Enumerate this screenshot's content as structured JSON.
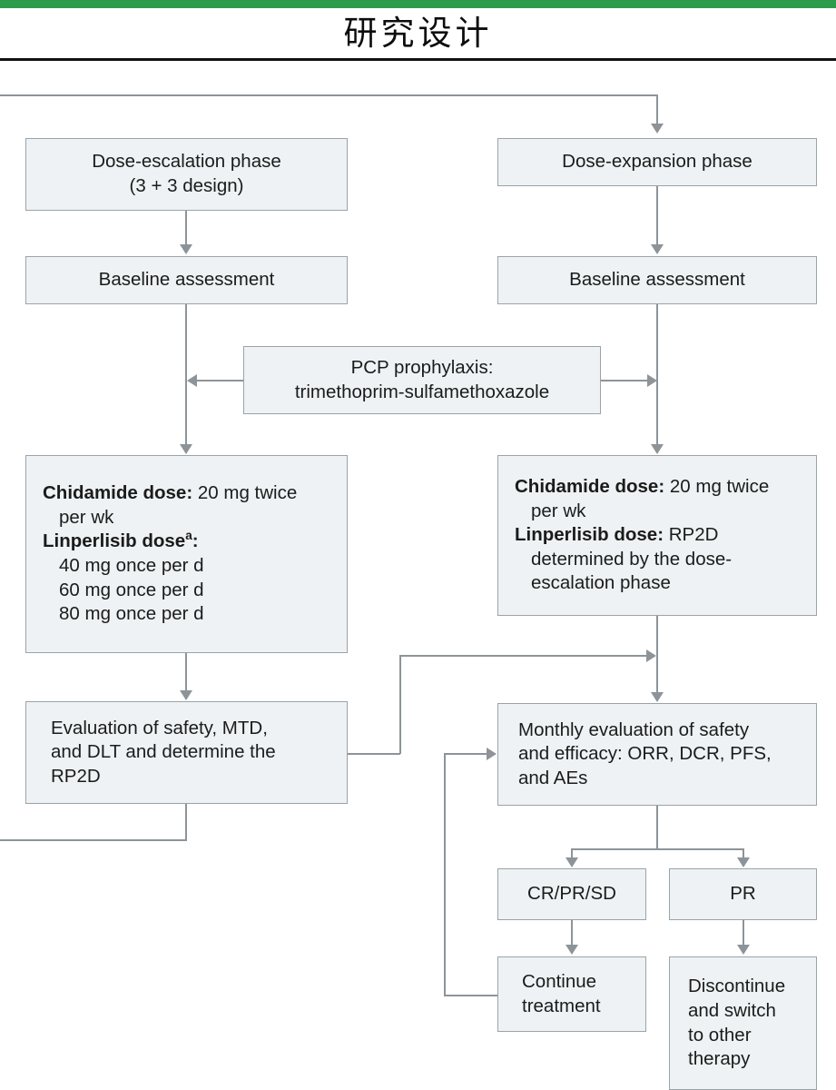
{
  "header": {
    "title": "研究设计",
    "accent_green": "#2d9c4a",
    "rule_color": "#111111"
  },
  "style": {
    "box_fill": "#eef2f4",
    "box_border": "#9aa3a8",
    "connector_color": "#8d9499"
  },
  "chart_data": {
    "type": "diagram",
    "title": "研究设计",
    "nodes": [
      {
        "id": "dose-escalation-phase",
        "label_lines": [
          "Dose-escalation phase",
          "(3 + 3 design)"
        ],
        "column": "left"
      },
      {
        "id": "baseline-assessment-left",
        "label_lines": [
          "Baseline assessment"
        ],
        "column": "left"
      },
      {
        "id": "pcp-prophylaxis",
        "label_lines": [
          "PCP prophylaxis:",
          "trimethoprim-sulfamethoxazole"
        ],
        "column": "center"
      },
      {
        "id": "dose-left",
        "label_lines": [
          "Chidamide dose: 20 mg twice per wk",
          "Linperlisib dose a:",
          "40 mg once per d",
          "60 mg once per d",
          "80 mg once per d"
        ],
        "column": "left"
      },
      {
        "id": "evaluation-safety-mtd-dlt",
        "label_lines": [
          "Evaluation of safety, MTD, and DLT and determine the RP2D"
        ],
        "column": "left"
      },
      {
        "id": "dose-expansion-phase",
        "label_lines": [
          "Dose-expansion phase"
        ],
        "column": "right"
      },
      {
        "id": "baseline-assessment-right",
        "label_lines": [
          "Baseline assessment"
        ],
        "column": "right"
      },
      {
        "id": "dose-right",
        "label_lines": [
          "Chidamide dose: 20 mg twice per wk",
          "Linperlisib dose: RP2D determined by the dose-escalation phase"
        ],
        "column": "right"
      },
      {
        "id": "monthly-evaluation",
        "label_lines": [
          "Monthly evaluation of safety and efficacy: ORR, DCR, PFS, and AEs"
        ],
        "column": "right"
      },
      {
        "id": "cr-pr-sd",
        "label_lines": [
          "CR/PR/SD"
        ],
        "column": "right"
      },
      {
        "id": "pr",
        "label_lines": [
          "PR"
        ],
        "column": "right"
      },
      {
        "id": "continue-treatment",
        "label_lines": [
          "Continue treatment"
        ],
        "column": "right"
      },
      {
        "id": "discontinue-switch",
        "label_lines": [
          "Discontinue and switch to other therapy"
        ],
        "column": "right"
      }
    ],
    "edges": [
      {
        "from": "external-left",
        "to": "dose-expansion-phase"
      },
      {
        "from": "dose-escalation-phase",
        "to": "baseline-assessment-left"
      },
      {
        "from": "baseline-assessment-left",
        "to": "dose-left"
      },
      {
        "from": "pcp-prophylaxis",
        "to": "dose-left"
      },
      {
        "from": "pcp-prophylaxis",
        "to": "dose-right"
      },
      {
        "from": "dose-left",
        "to": "evaluation-safety-mtd-dlt"
      },
      {
        "from": "evaluation-safety-mtd-dlt",
        "to": "monthly-evaluation"
      },
      {
        "from": "evaluation-safety-mtd-dlt",
        "to": "external-left-bottom"
      },
      {
        "from": "dose-expansion-phase",
        "to": "baseline-assessment-right"
      },
      {
        "from": "baseline-assessment-right",
        "to": "dose-right"
      },
      {
        "from": "dose-right",
        "to": "monthly-evaluation"
      },
      {
        "from": "monthly-evaluation",
        "to": "cr-pr-sd"
      },
      {
        "from": "monthly-evaluation",
        "to": "pr"
      },
      {
        "from": "cr-pr-sd",
        "to": "continue-treatment"
      },
      {
        "from": "pr",
        "to": "discontinue-switch"
      },
      {
        "from": "continue-treatment",
        "to": "monthly-evaluation"
      }
    ]
  },
  "nodes": {
    "dose_escalation": {
      "line1": "Dose-escalation phase",
      "line2": "(3 + 3 design)"
    },
    "baseline_left": {
      "label": "Baseline assessment"
    },
    "pcp": {
      "line1": "PCP prophylaxis:",
      "line2": "trimethoprim-sulfamethoxazole"
    },
    "dose_left": {
      "chidamide_label": "Chidamide dose:",
      "chidamide_value": " 20 mg twice",
      "chidamide_cont": "per wk",
      "linperlisib_label": "Linperlisib dose",
      "linperlisib_note": "a",
      "linperlisib_colon": ":",
      "option1": "40 mg once per d",
      "option2": "60 mg once per d",
      "option3": "80 mg once per d"
    },
    "evaluation_left": {
      "line1": "Evaluation of safety, MTD,",
      "line2": "and DLT and determine the",
      "line3": "RP2D"
    },
    "dose_expansion": {
      "label": "Dose-expansion phase"
    },
    "baseline_right": {
      "label": "Baseline assessment"
    },
    "dose_right": {
      "chidamide_label": "Chidamide dose:",
      "chidamide_value": " 20 mg twice",
      "chidamide_cont": "per wk",
      "linperlisib_label": "Linperlisib dose:",
      "linperlisib_value": " RP2D",
      "linperlisib_cont1": "determined by the dose-",
      "linperlisib_cont2": "escalation phase"
    },
    "monthly_evaluation": {
      "line1": "Monthly evaluation of safety",
      "line2": "and efficacy: ORR, DCR, PFS,",
      "line3": "and AEs"
    },
    "cr_pr_sd": {
      "label": "CR/PR/SD"
    },
    "pr": {
      "label": "PR"
    },
    "continue_treatment": {
      "line1": "Continue",
      "line2": "treatment"
    },
    "discontinue": {
      "line1": "Discontinue",
      "line2": "and switch",
      "line3": "to other",
      "line4": "therapy"
    }
  }
}
